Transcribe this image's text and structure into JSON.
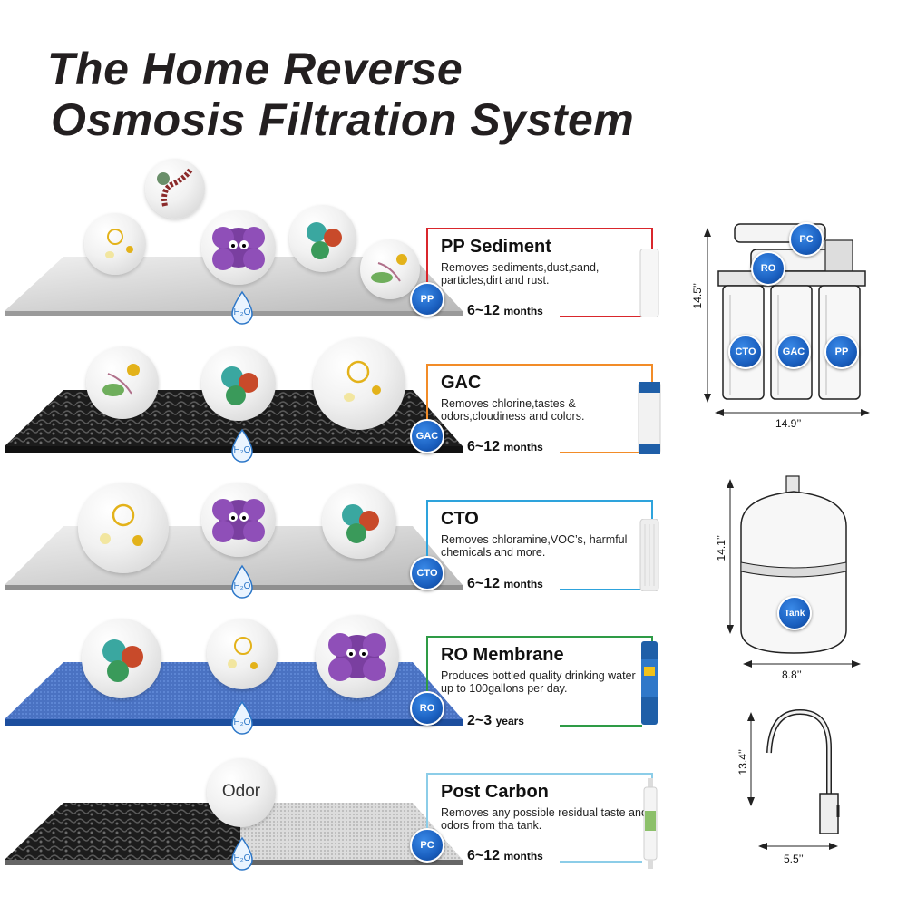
{
  "title": {
    "line1": "The Home Reverse",
    "line2": "Osmosis Filtration System"
  },
  "water_label": "H₂O",
  "odor_label": "Odor",
  "stages": [
    {
      "badge": "PP",
      "name": "PP Sediment",
      "desc": "Removes sediments,dust,sand, particles,dirt and rust.",
      "life_num": "6~12",
      "life_unit": "months",
      "color": "#d9262c"
    },
    {
      "badge": "GAC",
      "name": "GAC",
      "desc": "Removes chlorine,tastes & odors,cloudiness and colors.",
      "life_num": "6~12",
      "life_unit": "months",
      "color": "#f28c28"
    },
    {
      "badge": "CTO",
      "name": "CTO",
      "desc": "Removes chloramine,VOC’s, harmful chemicals and more.",
      "life_num": "6~12",
      "life_unit": "months",
      "color": "#2ea3dc"
    },
    {
      "badge": "RO",
      "name": "RO Membrane",
      "desc": "Produces bottled quality drinking water up to 100gallons per day.",
      "life_num": "2~3",
      "life_unit": "years",
      "color": "#2e9b46"
    },
    {
      "badge": "PC",
      "name": "Post Carbon",
      "desc": "Removes any possible residual taste and odors from tha tank.",
      "life_num": "6~12",
      "life_unit": "months",
      "color": "#8ccde8"
    }
  ],
  "system": {
    "badges": [
      "PC",
      "RO",
      "CTO",
      "GAC",
      "PP"
    ],
    "height": "14.5’’",
    "width": "14.9’’"
  },
  "tank": {
    "badge": "Tank",
    "height": "14.1’’",
    "width": "8.8’’"
  },
  "faucet": {
    "height": "13.4’’",
    "width": "5.5’’"
  },
  "colors": {
    "badge_blue": "#1a5fbf",
    "water_blue": "#2b76c8",
    "membrane_blue": "#2a5db0"
  }
}
